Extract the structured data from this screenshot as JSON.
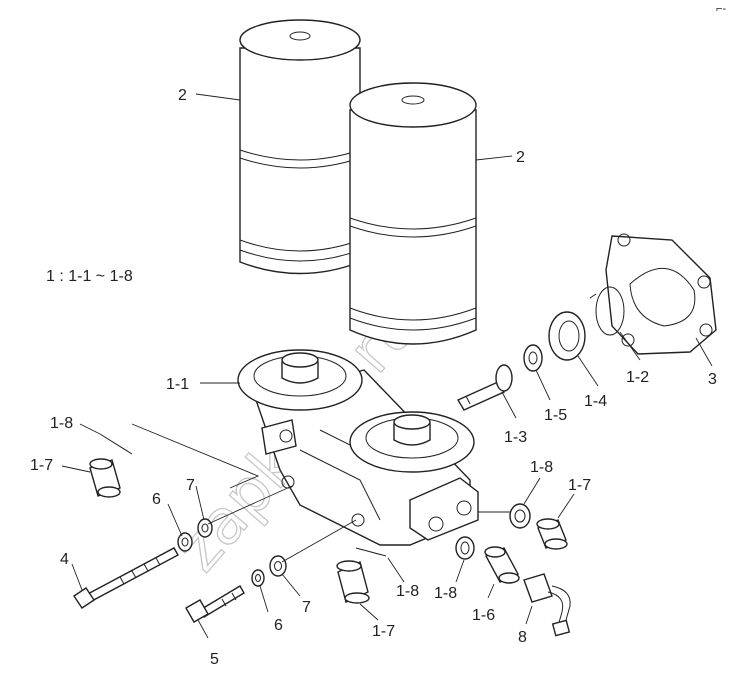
{
  "corner_mark": "⌐-",
  "note": "1 : 1-1 ~ 1-8",
  "watermark": "zapkam.ru",
  "callouts": {
    "filter_left": "2",
    "filter_right": "2",
    "gasket": "3",
    "snap_ring": "1-2",
    "seal": "1-4",
    "washer_small": "1-5",
    "valve": "1-3",
    "head": "1-1",
    "pin_left": "1-8",
    "plug_left": "1-7",
    "washer_left_a": "6",
    "washer_left_b": "7",
    "bolt_long": "4",
    "bolt_short": "5",
    "washer_bottom_a": "6",
    "washer_bottom_b": "7",
    "plug_bottom": "1-7",
    "pin_bottom": "1-8",
    "oring_bottom": "1-8",
    "switch": "1-6",
    "sensor": "8",
    "oring_right": "1-8",
    "plug_right": "1-7"
  }
}
